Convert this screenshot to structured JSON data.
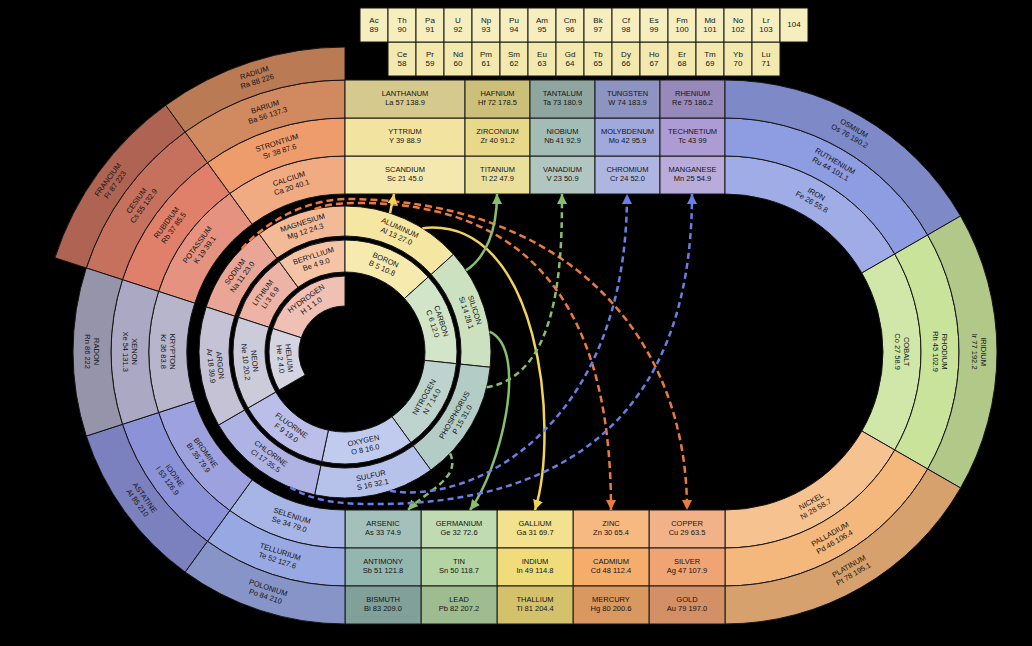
{
  "diagram": {
    "nodes": [
      {
        "text": [
          "HYDROGEN",
          "H 1 1.0"
        ]
      },
      {
        "text": [
          "HELIUM",
          "He 2 4.0"
        ]
      },
      {
        "text": [
          "LITHIUM",
          "Li 3 6.9"
        ]
      },
      {
        "text": [
          "BERYLLIUM",
          "Be 4 9.0"
        ]
      },
      {
        "text": [
          "BORON",
          "B 5 10.8"
        ]
      },
      {
        "text": [
          "CARBON",
          "C 6 12.0"
        ]
      },
      {
        "text": [
          "NITROGEN",
          "N 7 14.0"
        ]
      },
      {
        "text": [
          "OXYGEN",
          "O 8 16.0"
        ]
      },
      {
        "text": [
          "FLUORINE",
          "F 9 19.0"
        ]
      },
      {
        "text": [
          "NEON",
          "Ne 10 20.2"
        ]
      },
      {
        "text": [
          "SODIUM",
          "Na 11 23.0"
        ]
      },
      {
        "text": [
          "MAGNESIUM",
          "Mg 12 24.3"
        ]
      },
      {
        "text": [
          "ALUMINUM",
          "Al 13 27.0"
        ]
      },
      {
        "text": [
          "SILICON",
          "Si 14 28.1"
        ]
      },
      {
        "text": [
          "PHOSPHORUS",
          "P 15 31.0"
        ]
      },
      {
        "text": [
          "SULFUR",
          "S 16 32.1"
        ]
      },
      {
        "text": [
          "CHLORINE",
          "Cl 17 35.5"
        ]
      },
      {
        "text": [
          "ARGON",
          "Ar 18 39.9"
        ]
      },
      {
        "text": [
          "POTASSIUM",
          "K 19 39.1"
        ]
      },
      {
        "text": [
          "CALCIUM",
          "Ca 20 40.1"
        ]
      },
      {
        "text": [
          "SCANDIUM",
          "Sc 21 45.0"
        ]
      },
      {
        "text": [
          "TITANIUM",
          "Ti 22 47.9"
        ]
      },
      {
        "text": [
          "VANADIUM",
          "V 23 50.9"
        ]
      },
      {
        "text": [
          "CHROMIUM",
          "Cr 24 52.0"
        ]
      },
      {
        "text": [
          "MANGANESE",
          "Mn 25 54.9"
        ]
      },
      {
        "text": [
          "IRON",
          "Fe 26 55.8"
        ]
      },
      {
        "text": [
          "COBALT",
          "Co 27 58.9"
        ]
      },
      {
        "text": [
          "NICKEL",
          "Ni 28 58.7"
        ]
      },
      {
        "text": [
          "COPPER",
          "Cu 29 63.5"
        ]
      },
      {
        "text": [
          "ZINC",
          "Zn 30 65.4"
        ]
      },
      {
        "text": [
          "GALLIUM",
          "Ga 31 69.7"
        ]
      },
      {
        "text": [
          "GERMANIUM",
          "Ge 32 72.6"
        ]
      },
      {
        "text": [
          "ARSENIC",
          "As 33 74.9"
        ]
      },
      {
        "text": [
          "SELENIUM",
          "Se 34 79.0"
        ]
      },
      {
        "text": [
          "BROMINE",
          "Br 35 79.9"
        ]
      },
      {
        "text": [
          "KRYPTON",
          "Kr 36 83.8"
        ]
      },
      {
        "text": [
          "RUBIDIUM",
          "Rb 37 85.5"
        ]
      },
      {
        "text": [
          "STRONTIUM",
          "Sr 38 87.6"
        ]
      },
      {
        "text": [
          "YTTRIUM",
          "Y 39 88.9"
        ]
      },
      {
        "text": [
          "ZIRCONIUM",
          "Zr 40 91.2"
        ]
      },
      {
        "text": [
          "NIOBIUM",
          "Nb 41 92.9"
        ]
      },
      {
        "text": [
          "MOLYBDENUM",
          "Mo 42 95.9"
        ]
      },
      {
        "text": [
          "TECHNETIUM",
          "Tc 43 99"
        ]
      },
      {
        "text": [
          "RUTHENIUM",
          "Ru 44 101.1"
        ]
      },
      {
        "text": [
          "RHODIUM",
          "Rh 45 102.9"
        ]
      },
      {
        "text": [
          "PALLADIUM",
          "Pd 46 106.4"
        ]
      },
      {
        "text": [
          "SILVER",
          "Ag 47 107.9"
        ]
      },
      {
        "text": [
          "CADMIUM",
          "Cd 48 112.4"
        ]
      },
      {
        "text": [
          "INDIUM",
          "In 49 114.8"
        ]
      },
      {
        "text": [
          "TIN",
          "Sn 50 118.7"
        ]
      },
      {
        "text": [
          "ANTIMONY",
          "Sb 51 121.8"
        ]
      },
      {
        "text": [
          "TELLURIUM",
          "Te 52 127.6"
        ]
      },
      {
        "text": [
          "IODINE",
          "I 53 126.9"
        ]
      },
      {
        "text": [
          "XENON",
          "Xe 54 131.3"
        ]
      },
      {
        "text": [
          "CESIUM",
          "Cs 55 132.9"
        ]
      },
      {
        "text": [
          "BARIUM",
          "Ba 56 137.3"
        ]
      },
      {
        "text": [
          "LANTHANUM",
          "La 57 138.9"
        ]
      },
      {
        "text": [
          "Ce",
          "58"
        ]
      },
      {
        "text": [
          "Pr",
          "59"
        ]
      },
      {
        "text": [
          "Nd",
          "60"
        ]
      },
      {
        "text": [
          "Pm",
          "61"
        ]
      },
      {
        "text": [
          "Sm",
          "62"
        ]
      },
      {
        "text": [
          "Eu",
          "63"
        ]
      },
      {
        "text": [
          "Gd",
          "64"
        ]
      },
      {
        "text": [
          "Tb",
          "65"
        ]
      },
      {
        "text": [
          "Dy",
          "66"
        ]
      },
      {
        "text": [
          "Ho",
          "67"
        ]
      },
      {
        "text": [
          "Er",
          "68"
        ]
      },
      {
        "text": [
          "Tm",
          "69"
        ]
      },
      {
        "text": [
          "Yb",
          "70"
        ]
      },
      {
        "text": [
          "Lu",
          "71"
        ]
      },
      {
        "text": [
          "HAFNIUM",
          "Hf 72 178.5"
        ]
      },
      {
        "text": [
          "TANTALUM",
          "Ta 73 180.9"
        ]
      },
      {
        "text": [
          "TUNGSTEN",
          "W 74 183.9"
        ]
      },
      {
        "text": [
          "RHENIUM",
          "Re 75 186.2"
        ]
      },
      {
        "text": [
          "OSMIUM",
          "Os 76 190.2"
        ]
      },
      {
        "text": [
          "IRIDIUM",
          "Ir 77 192.2"
        ]
      },
      {
        "text": [
          "PLATINUM",
          "Pt 78 195.1"
        ]
      },
      {
        "text": [
          "GOLD",
          "Au 79 197.0"
        ]
      },
      {
        "text": [
          "MERCURY",
          "Hg 80 200.6"
        ]
      },
      {
        "text": [
          "THALLIUM",
          "Tl 81 204.4"
        ]
      },
      {
        "text": [
          "LEAD",
          "Pb 82 207.2"
        ]
      },
      {
        "text": [
          "BISMUTH",
          "Bi 83 209.0"
        ]
      },
      {
        "text": [
          "POLONIUM",
          "Po 84 210"
        ]
      },
      {
        "text": [
          "ASTATINE",
          "At 85 210"
        ]
      },
      {
        "text": [
          "RADON",
          "Rn 86 222"
        ]
      },
      {
        "text": [
          "FRANCIUM",
          "Fr 87 223"
        ]
      },
      {
        "text": [
          "RADIUM",
          "Ra 88 226"
        ]
      },
      {
        "text": [
          "Ac",
          "89"
        ]
      },
      {
        "text": [
          "Th",
          "90"
        ]
      },
      {
        "text": [
          "Pa",
          "91"
        ]
      },
      {
        "text": [
          "U",
          "92"
        ]
      },
      {
        "text": [
          "Np",
          "93"
        ]
      },
      {
        "text": [
          "Pu",
          "94"
        ]
      },
      {
        "text": [
          "Am",
          "95"
        ]
      },
      {
        "text": [
          "Cm",
          "96"
        ]
      },
      {
        "text": [
          "Bk",
          "97"
        ]
      },
      {
        "text": [
          "Cf",
          "98"
        ]
      },
      {
        "text": [
          "Es",
          "99"
        ]
      },
      {
        "text": [
          "Fm",
          "100"
        ]
      },
      {
        "text": [
          "Md",
          "101"
        ]
      },
      {
        "text": [
          "No",
          "102"
        ]
      },
      {
        "text": [
          "Lr",
          "103"
        ]
      },
      {
        "text": [
          "104"
        ]
      }
    ],
    "edges": [
      {
        "from": 10,
        "to": 28,
        "arrow": "to"
      },
      {
        "from": 11,
        "to": 29,
        "arrow": "to"
      },
      {
        "from": 12,
        "to": 20,
        "arrow": "to"
      },
      {
        "from": 12,
        "to": 30,
        "arrow": "to"
      },
      {
        "from": 13,
        "to": 21,
        "arrow": "to"
      },
      {
        "from": 13,
        "to": 31,
        "arrow": "to"
      },
      {
        "from": 14,
        "to": 22,
        "arrow": "to"
      },
      {
        "from": 14,
        "to": 32,
        "arrow": "to"
      },
      {
        "from": 15,
        "to": 23,
        "arrow": "to"
      },
      {
        "from": 16,
        "to": 24,
        "arrow": "to"
      }
    ]
  }
}
